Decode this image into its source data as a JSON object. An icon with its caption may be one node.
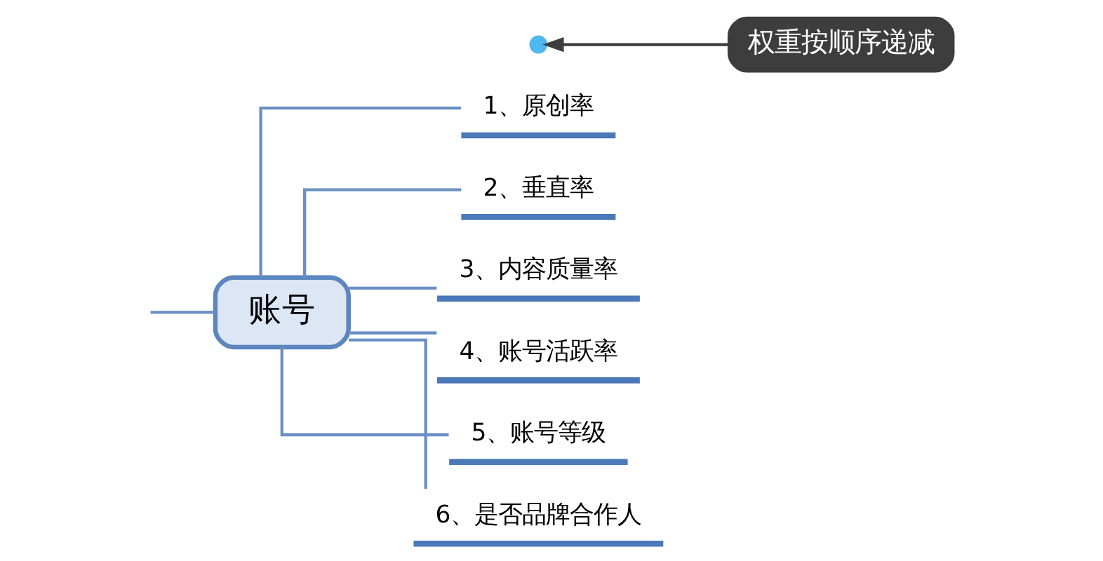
{
  "diagram": {
    "nodes": [
      {
        "text": [
          "账号"
        ]
      },
      {
        "text": [
          "1、原创率"
        ]
      },
      {
        "text": [
          "2、垂直率"
        ]
      },
      {
        "text": [
          "3、内容质量率"
        ]
      },
      {
        "text": [
          "4、账号活跃率"
        ]
      },
      {
        "text": [
          "5、账号等级"
        ]
      },
      {
        "text": [
          "6、是否品牌合作人"
        ]
      },
      {
        "text": [],
        "shape": "circle"
      },
      {
        "text": [
          "权重按顺序递减"
        ]
      }
    ],
    "edges": [
      {
        "from": null,
        "to": 0,
        "arrow": "none"
      },
      {
        "from": 0,
        "to": 1,
        "arrow": "none"
      },
      {
        "from": 0,
        "to": 2,
        "arrow": "none"
      },
      {
        "from": 0,
        "to": 3,
        "arrow": "none"
      },
      {
        "from": 0,
        "to": 4,
        "arrow": "none"
      },
      {
        "from": 0,
        "to": 5,
        "arrow": "none"
      },
      {
        "from": 0,
        "to": 6,
        "arrow": "none"
      },
      {
        "from": 8,
        "to": 7,
        "arrow": "to",
        "color": "#3d3d3d"
      }
    ]
  }
}
